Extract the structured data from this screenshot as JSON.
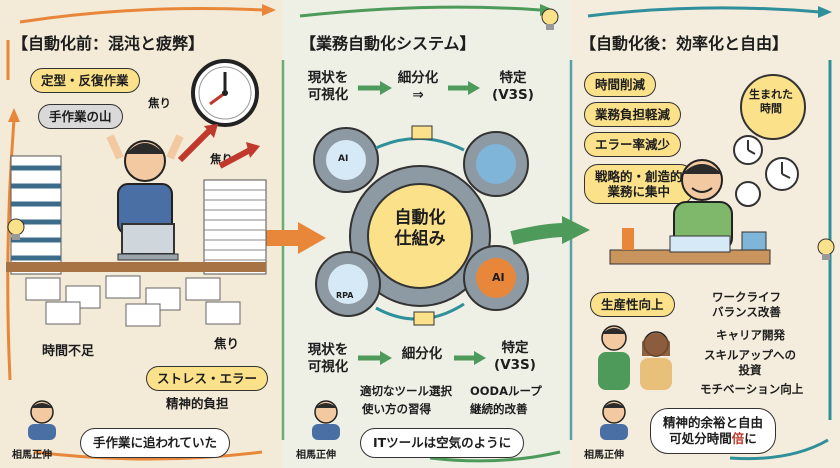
{
  "before": {
    "title": "【自動化前：混沌と疲弊】",
    "tag_routine": "定型・反復作業",
    "tag_manual": "手作業の山",
    "label_rush1": "焦り",
    "label_rush2": "焦り",
    "tag_time": "時間不足",
    "label_rush3": "焦り",
    "tag_stress": "ストレス・エラー",
    "tag_mental": "精神的負担",
    "person_name": "相馬正伸",
    "bubble": "手作業に追われていた"
  },
  "system": {
    "title": "【業務自動化システム】",
    "steps_top": [
      "現状を\n可視化",
      "細分化\n⇒",
      "特定\n(V3S)"
    ],
    "center_gear": "自動化\n仕組み",
    "gear_labels": [
      "AI",
      "AI",
      "RPA"
    ],
    "steps_bottom": [
      "現状を\n可視化",
      "細分化",
      "特定\n(V3S)"
    ],
    "bottom_items": [
      "適切なツール選択",
      "OODAループ",
      "使い方の習得",
      "継続的改善"
    ],
    "person_name": "相馬正伸",
    "bubble": "ITツールは空気のように"
  },
  "after": {
    "title": "【自動化後：効率化と自由】",
    "tag_time_cut": "時間削減",
    "tag_burden": "業務負担軽減",
    "tag_error": "エラー率減少",
    "tag_strategic": "戦略的・創造的\n業務に集中",
    "circle": "生まれた\n時間",
    "tag_productivity": "生産性向上",
    "benefits": [
      "ワークライフ\nバランス改善",
      "キャリア開発",
      "スキルアップへの\n投資",
      "モチベーション向上"
    ],
    "person_name": "相馬正伸",
    "bubble_line1": "精神的余裕と自由",
    "bubble_line2_pre": "可処分時間",
    "bubble_line2_em": "倍",
    "bubble_line2_post": "に"
  },
  "colors": {
    "accent_red": "#c0392b",
    "arrow_orange": "#e8873a",
    "arrow_green": "#4d9a5a",
    "arrow_teal": "#2f8f9a",
    "gear_grey": "#8e9aa3",
    "tag_yellow": "#fbe28a"
  }
}
